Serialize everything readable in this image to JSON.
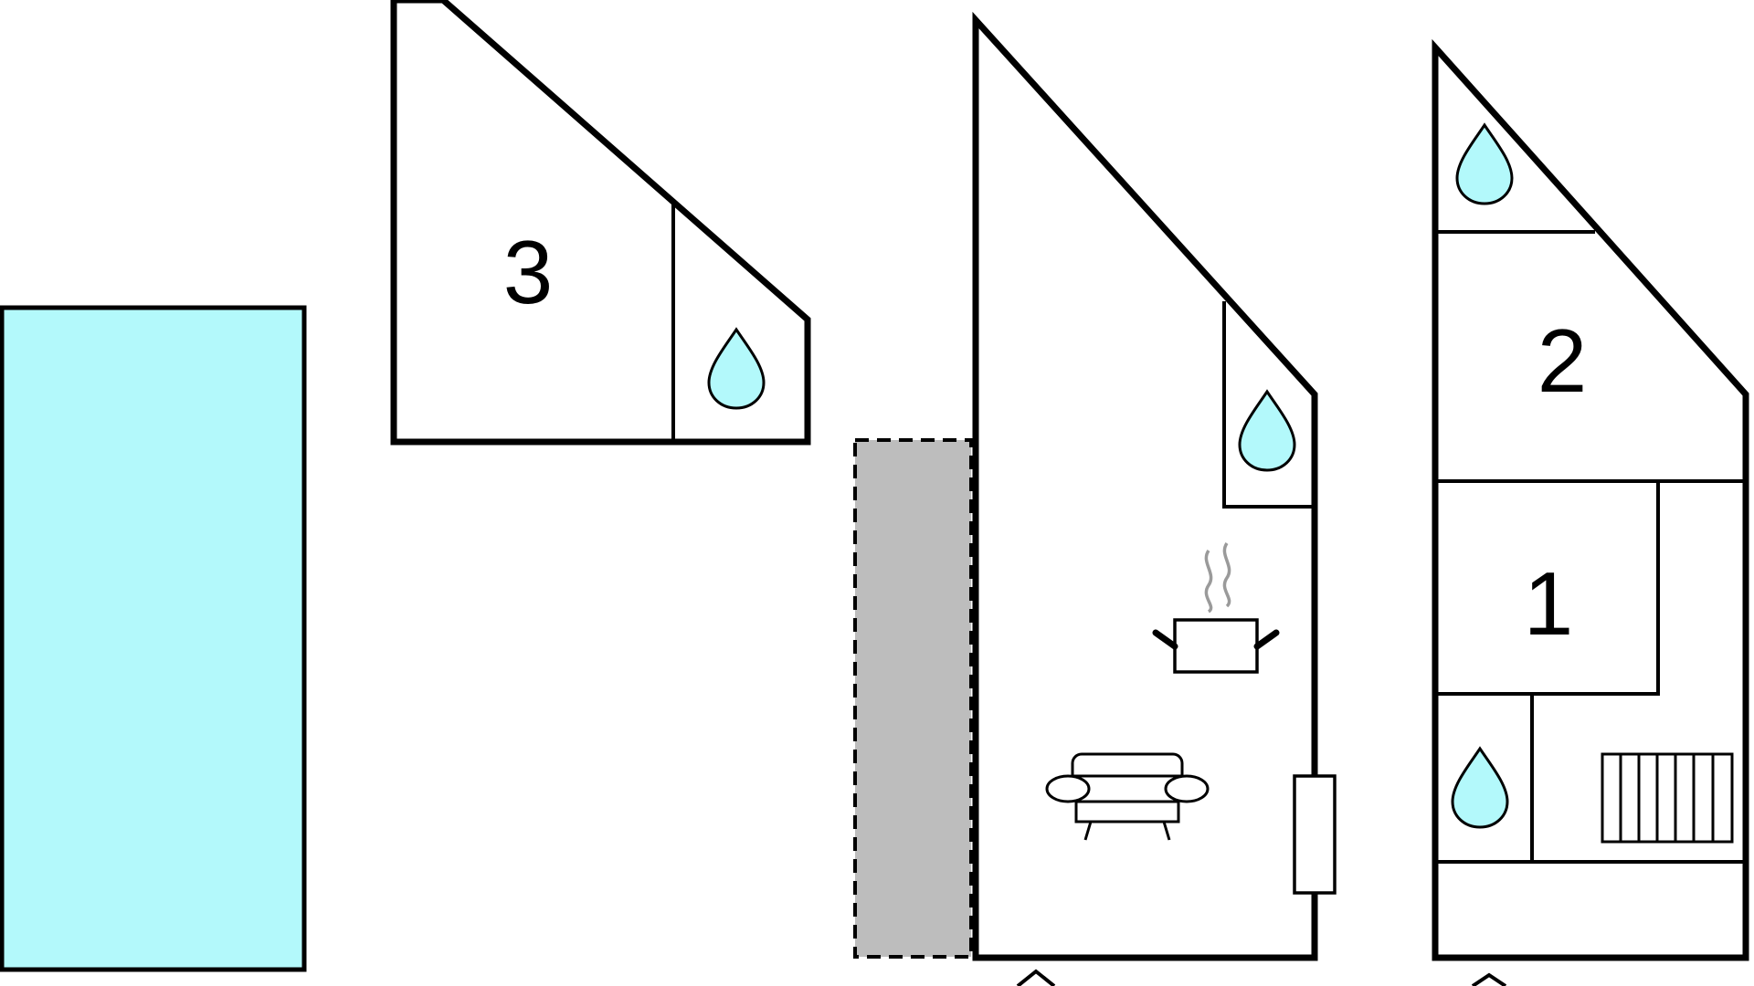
{
  "colors": {
    "outline": "#000000",
    "water": "#b3f9fb",
    "terrace": "#bdbdbd",
    "steam": "#9a9a9a",
    "background": "#ffffff"
  },
  "rooms": {
    "bedroom_3": {
      "label": "3"
    },
    "bedroom_2": {
      "label": "2"
    },
    "bedroom_1": {
      "label": "1"
    }
  },
  "icons": {
    "bathroom": "water-drop-icon",
    "kitchen": "cooking-pot-icon",
    "living": "sofa-icon",
    "stairs": "stairs-icon",
    "entrance": "entrance-arrow-icon"
  }
}
